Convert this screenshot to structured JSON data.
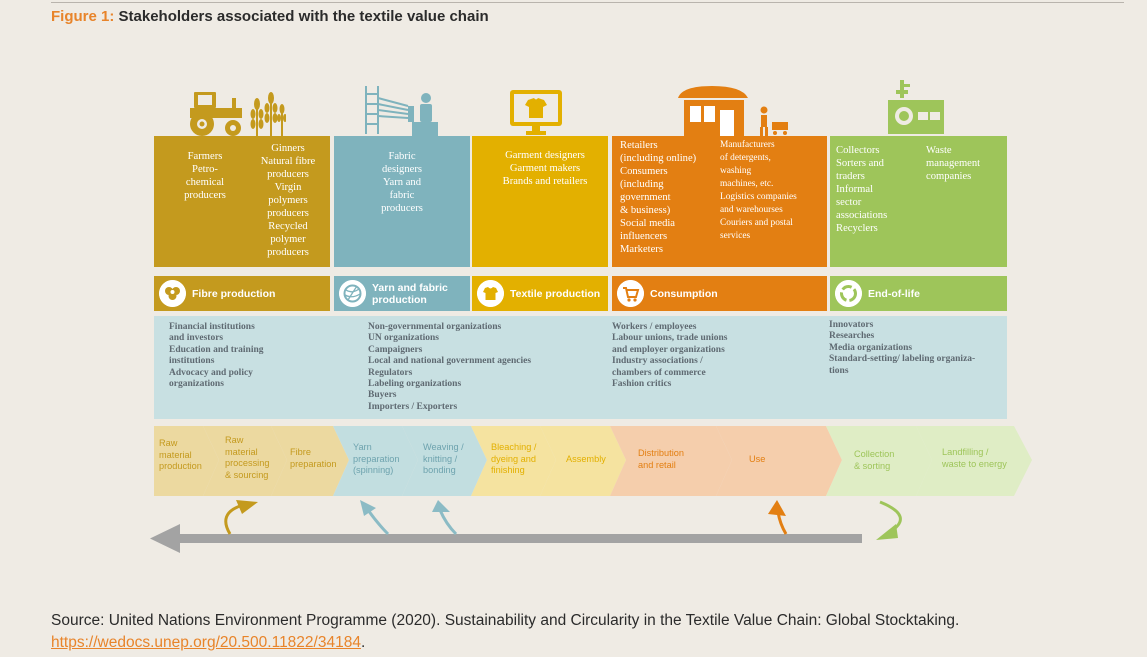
{
  "figure": {
    "label": "Figure 1:",
    "title": "Stakeholders associated with the textile value chain"
  },
  "stakeholders": {
    "fibre": {
      "col1": [
        "Farmers",
        "Petro-",
        "chemical",
        "producers"
      ],
      "col2": [
        "Ginners",
        "Natural fibre",
        "producers",
        "Virgin",
        "polymers",
        "producers",
        "Recycled",
        "polymer",
        "producers"
      ]
    },
    "yarn": {
      "col1": [
        "Fabric",
        "designers",
        "Yarn and",
        "fabric",
        "producers"
      ]
    },
    "textile": {
      "col1": [
        "Garment designers",
        "Garment makers",
        "Brands and retailers"
      ]
    },
    "consumption": {
      "col1": [
        "Retailers",
        "(including online)",
        "Consumers",
        "(including",
        "government",
        "& business)",
        "Social media",
        "influencers",
        "Marketers"
      ],
      "col2": [
        "Manufacturers",
        "of detergents,",
        "washing",
        "machines, etc.",
        "Logistics companies",
        "and warehourses",
        "Couriers and postal",
        "services"
      ]
    },
    "eol": {
      "col1": [
        "Collectors",
        "Sorters and",
        "traders",
        "Informal",
        "sector",
        "associations",
        "Recyclers"
      ],
      "col2": [
        "Waste",
        "management",
        "companies"
      ]
    }
  },
  "stages": [
    {
      "label": "Fibre production",
      "color": "#c49a1e",
      "icon": "cotton-icon"
    },
    {
      "label": "Yarn and fabric production",
      "color": "#7fb3bd",
      "icon": "yarn-ball-icon"
    },
    {
      "label": "Textile production",
      "color": "#e3b000",
      "icon": "tshirt-icon"
    },
    {
      "label": "Consumption",
      "color": "#e37f12",
      "icon": "shopping-cart-icon"
    },
    {
      "label": "End-of-life",
      "color": "#9ec55a",
      "icon": "recycle-icon"
    }
  ],
  "cross_cutting": {
    "col1": [
      "Financial institutions",
      "and investors",
      "Education and training",
      "institutions",
      "Advocacy and policy",
      "organizations"
    ],
    "col2": [
      "Non-governmental organizations",
      "UN organizations",
      "Campaigners",
      "Local and national government agencies",
      "Regulators",
      "Labeling organizations",
      "Buyers",
      "Importers / Exporters"
    ],
    "col3": [
      "Workers / employees",
      "Labour unions, trade unions",
      "and employer organizations",
      "Industry associations /",
      "chambers of commerce",
      "Fashion critics"
    ],
    "col4": [
      "Innovators",
      "Researches",
      "Media organizations",
      "Standard-setting/ labeling organiza-",
      "tions"
    ]
  },
  "chain_steps": [
    {
      "lines": [
        "Raw",
        "material",
        "production"
      ]
    },
    {
      "lines": [
        "Raw",
        "material",
        "processing",
        "& sourcing"
      ]
    },
    {
      "lines": [
        "Fibre",
        "preparation"
      ]
    },
    {
      "lines": [
        "Yarn",
        "preparation",
        "(spinning)"
      ]
    },
    {
      "lines": [
        "Weaving /",
        "knitting /",
        "bonding"
      ]
    },
    {
      "lines": [
        "Bleaching /",
        "dyeing and",
        "finishing"
      ]
    },
    {
      "lines": [
        "Assembly"
      ]
    },
    {
      "lines": [
        "Distribution",
        "and retail"
      ]
    },
    {
      "lines": [
        "Use"
      ]
    },
    {
      "lines": [
        "Collection",
        "& sorting"
      ]
    },
    {
      "lines": [
        "Landfilling /",
        "waste to energy"
      ]
    }
  ],
  "source": {
    "text": "Source: United Nations Environment Programme (2020). Sustainability and Circularity in the Textile Value Chain: Global Stocktaking.",
    "link": "https://wedocs.unep.org/20.500.11822/34184",
    "end": "."
  }
}
